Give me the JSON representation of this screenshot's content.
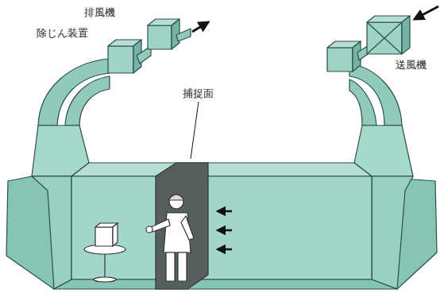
{
  "diagram": {
    "labels": [
      "排風機",
      "除じん装置",
      "捕捉面",
      "送風機"
    ]
  }
}
